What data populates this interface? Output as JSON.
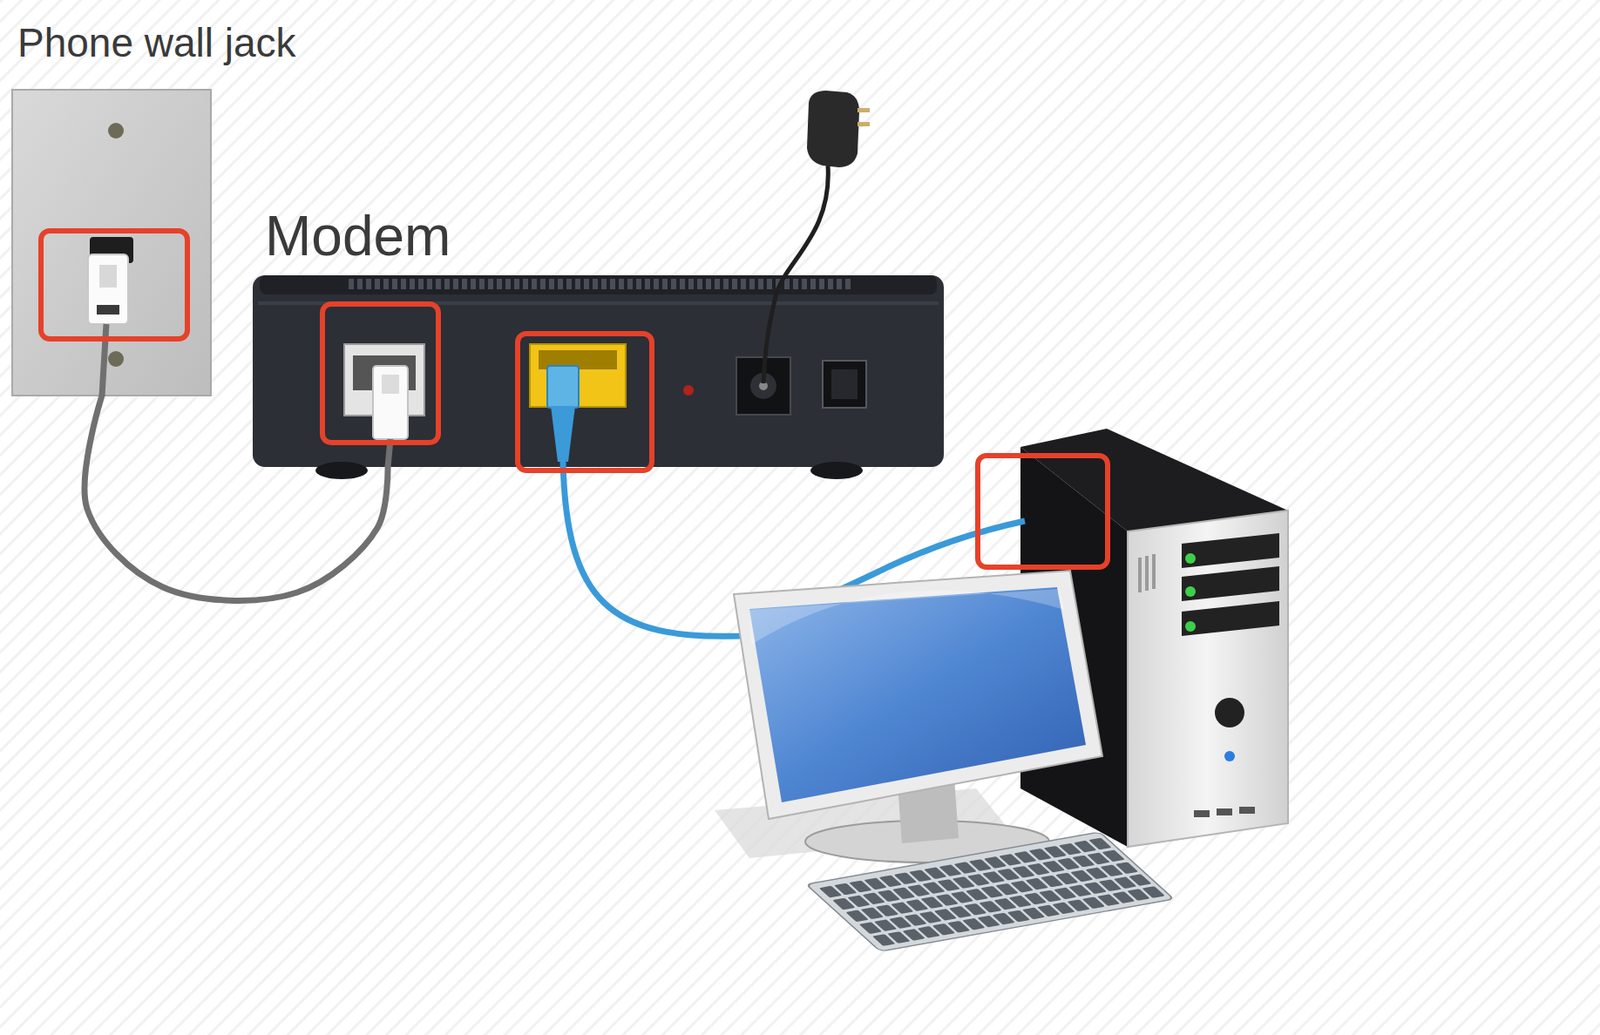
{
  "diagram": {
    "nodes": [
      {
        "text": [
          "Phone wall jack"
        ]
      },
      {
        "text": [
          "Modem"
        ]
      }
    ],
    "edges": [
      {
        "from": 0,
        "to": 1,
        "arrow": "none"
      }
    ]
  }
}
